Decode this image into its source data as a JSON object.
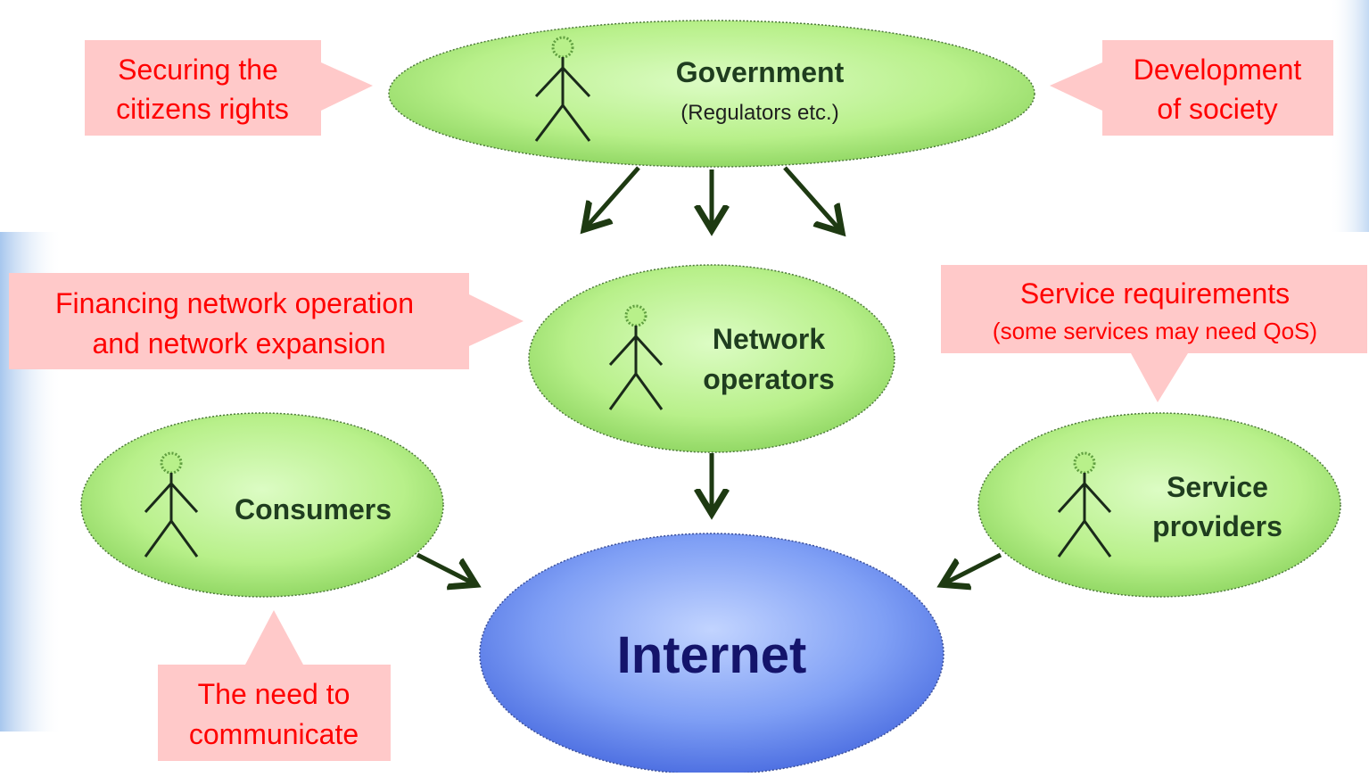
{
  "actors": {
    "government": {
      "title": "Government",
      "subtitle": "(Regulators etc.)"
    },
    "network_operators": {
      "line1": "Network",
      "line2": "operators"
    },
    "consumers": {
      "title": "Consumers"
    },
    "service_providers": {
      "line1": "Service",
      "line2": "providers"
    }
  },
  "hub": {
    "title": "Internet"
  },
  "callouts": {
    "citizens_rights": {
      "line1": "Securing the",
      "line2": "citizens rights"
    },
    "development": {
      "line1": "Development",
      "line2": "of society"
    },
    "financing": {
      "line1": "Financing network operation",
      "line2": "and network expansion"
    },
    "service_requirements": {
      "line1": "Service requirements",
      "line2": "(some services may need QoS)"
    },
    "need_to_communicate": {
      "line1": "The need to",
      "line2": "communicate"
    }
  },
  "colors": {
    "actor_fill": "#b8f08a",
    "hub_fill": "#6f8ff0",
    "callout_fill": "#ffc9c9",
    "callout_text": "#ff0000",
    "arrow": "#1e3a12",
    "hub_text": "#14146b"
  },
  "icons": {
    "actor": "stick-figure-icon",
    "arrow": "arrow-icon"
  }
}
